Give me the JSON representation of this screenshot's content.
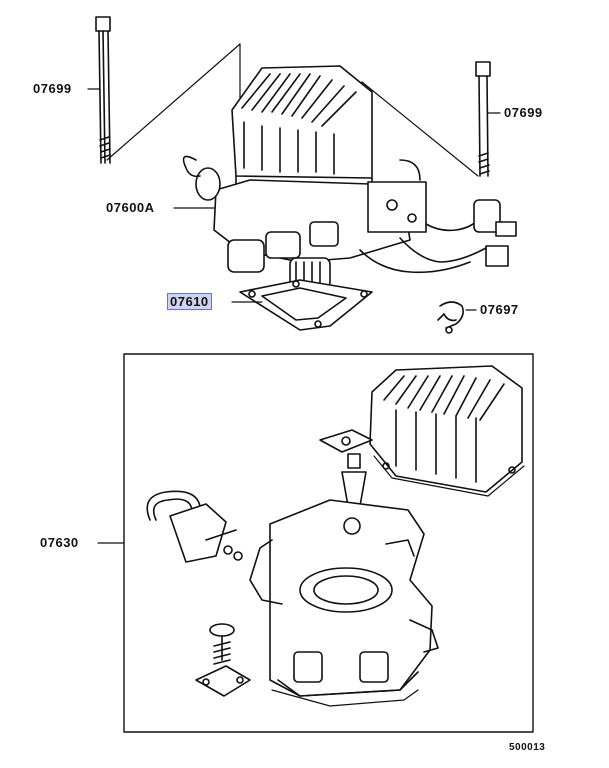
{
  "labels": {
    "bolt_left": "07699",
    "bolt_right": "07699",
    "assembly": "07600A",
    "gasket": "07610",
    "clip": "07697",
    "kit": "07630"
  },
  "diagram_code": "500013",
  "highlight_color": "#cfd3f2"
}
